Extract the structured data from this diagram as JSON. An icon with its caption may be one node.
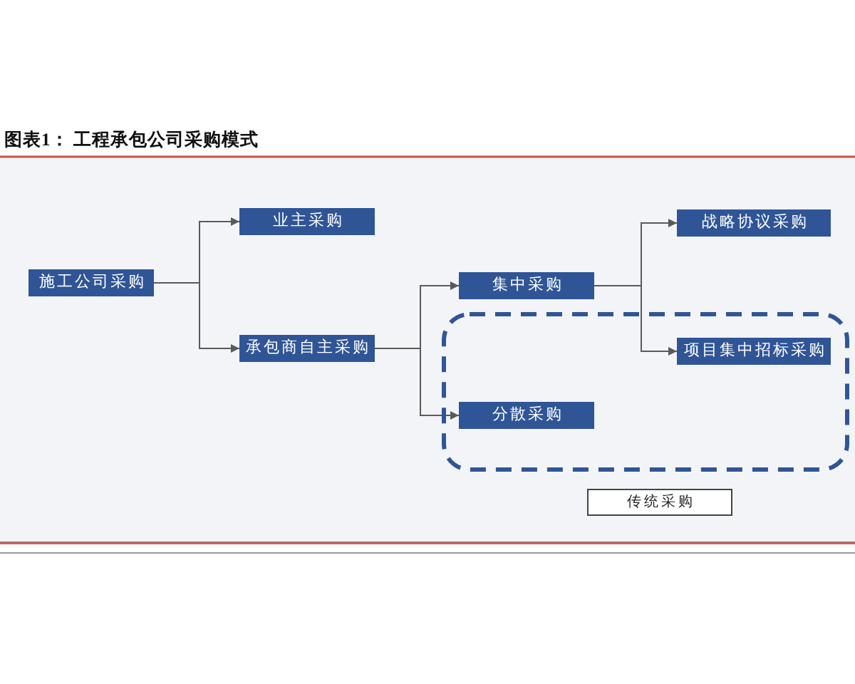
{
  "diagram": {
    "title": "图表1： 工程承包公司采购模式",
    "nodes": [
      {
        "text": [
          "施工公司采购"
        ]
      },
      {
        "text": [
          "业主采购"
        ]
      },
      {
        "text": [
          "承包商自主采购"
        ]
      },
      {
        "text": [
          "集中采购"
        ]
      },
      {
        "text": [
          "战略协议采购"
        ]
      },
      {
        "text": [],
        "shape": "box"
      },
      {
        "text": [
          "项目集中招标采购"
        ],
        "in": 5
      },
      {
        "text": [
          "分散采购"
        ],
        "in": 5
      },
      {
        "text": [
          "传统采购"
        ]
      }
    ],
    "edges": [
      {
        "from": 0,
        "to": 1,
        "arrow": "to"
      },
      {
        "from": 0,
        "to": 2,
        "arrow": "to"
      },
      {
        "from": 2,
        "to": 3,
        "arrow": "to"
      },
      {
        "from": 2,
        "to": 7,
        "arrow": "to"
      },
      {
        "from": 3,
        "to": 4,
        "arrow": "to"
      },
      {
        "from": 3,
        "to": 6,
        "arrow": "to"
      }
    ]
  }
}
